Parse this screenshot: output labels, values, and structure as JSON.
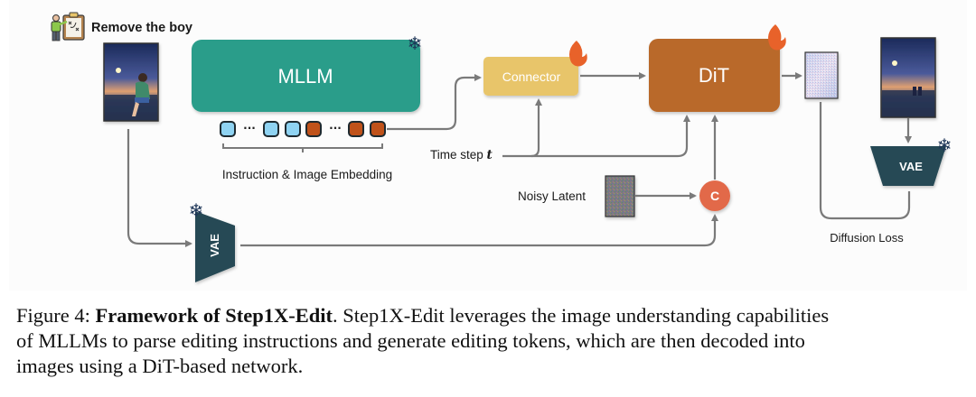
{
  "diagram": {
    "instruction": "Remove the boy",
    "nodes": {
      "mllm": "MLLM",
      "connector": "Connector",
      "dit": "DiT",
      "vae_encoder": "VAE",
      "vae_target": "VAE",
      "concat": "C"
    },
    "labels": {
      "embedding": "Instruction & Image Embedding",
      "timestep": "Time step ",
      "timestep_var": "t",
      "noisy_latent": "Noisy Latent",
      "diffusion_loss": "Diffusion Loss"
    },
    "tokens": [
      {
        "type": "instruction",
        "color": "#8fd3f2"
      },
      {
        "type": "ellipsis"
      },
      {
        "type": "instruction",
        "color": "#8fd3f2"
      },
      {
        "type": "instruction",
        "color": "#8fd3f2"
      },
      {
        "type": "image",
        "color": "#c0521a"
      },
      {
        "type": "ellipsis"
      },
      {
        "type": "image",
        "color": "#c0521a"
      },
      {
        "type": "image",
        "color": "#c0521a"
      }
    ],
    "status": {
      "mllm": "frozen",
      "connector": "trainable",
      "dit": "trainable",
      "vae_encoder": "frozen",
      "vae_target": "frozen"
    },
    "colors": {
      "mllm": "#2a9d8a",
      "connector": "#e8c56a",
      "dit": "#b9692a",
      "vae": "#264a54",
      "concat": "#e2694a",
      "arrow": "#7a7a7a",
      "frozen_icon": "#1d3557",
      "fire_icon": "#e8622a"
    }
  },
  "caption": {
    "prefix": "Figure 4: ",
    "title": "Framework of Step1X-Edit",
    "body_line1": ". Step1X-Edit leverages the image understanding capabilities",
    "body_line2": "of MLLMs to parse editing instructions and generate editing tokens, which are then decoded into",
    "body_line3": "images using a DiT-based network."
  }
}
